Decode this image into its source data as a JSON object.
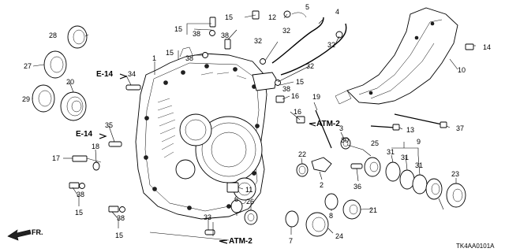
{
  "diagram": {
    "code": "TK4AA0101A",
    "direction_label": "FR.",
    "refs": {
      "e14": "E-14",
      "atm2": "ATM-2"
    },
    "callouts": {
      "n1": "1",
      "n2": "2",
      "n3": "3",
      "n4": "4",
      "n5": "5",
      "n6": "6",
      "n7": "7",
      "n8": "8",
      "n9": "9",
      "n10": "10",
      "n11": "11",
      "n12": "12",
      "n13": "13",
      "n14": "14",
      "n15": "15",
      "n16": "16",
      "n17": "17",
      "n18": "18",
      "n19": "19",
      "n20": "20",
      "n21": "21",
      "n22": "22",
      "n23": "23",
      "n24": "24",
      "n25": "25",
      "n26": "26",
      "n27": "27",
      "n28": "28",
      "n29": "29",
      "n30": "30",
      "n31": "31",
      "n32": "32",
      "n33": "33",
      "n34": "34",
      "n35": "35",
      "n36": "36",
      "n37": "37",
      "n38": "38"
    }
  }
}
